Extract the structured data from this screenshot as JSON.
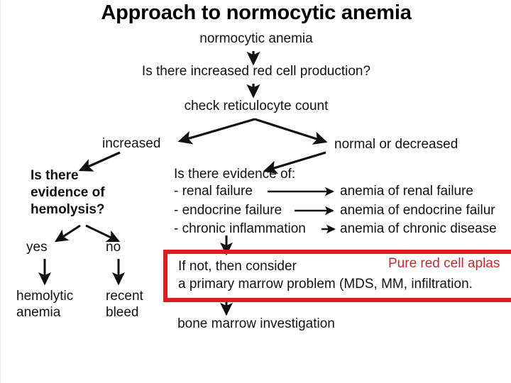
{
  "slide": {
    "title": "Approach to normocytic anemia",
    "background_color": "#ffffff",
    "accent_red": "#E01B22",
    "red_text_color": "#C9272D"
  },
  "flow": {
    "root": "normocytic anemia",
    "question_production": "Is there increased red cell production?",
    "action_check": "check reticulocyte count",
    "branch_left_label": "increased",
    "branch_right_label": "normal or decreased"
  },
  "left_branch": {
    "question": "Is there evidence of hemolysis?",
    "yes_label": "yes",
    "no_label": "no",
    "yes_outcome": "hemolytic anemia",
    "no_outcome": "recent bleed"
  },
  "right_branch": {
    "heading": "Is there evidence of:",
    "items": [
      {
        "cause": "- renal failure",
        "result": "anemia of renal failure"
      },
      {
        "cause": "- endocrine failure",
        "result": "anemia of endocrine failur"
      },
      {
        "cause": "- chronic inflammation",
        "result": "anemia of chronic disease"
      }
    ]
  },
  "callout": {
    "line1": "If not, then consider",
    "line2": "a primary marrow problem (MDS, MM, infiltration.",
    "annotation": "Pure red cell aplas"
  },
  "terminal": {
    "label": "bone marrow investigation"
  }
}
